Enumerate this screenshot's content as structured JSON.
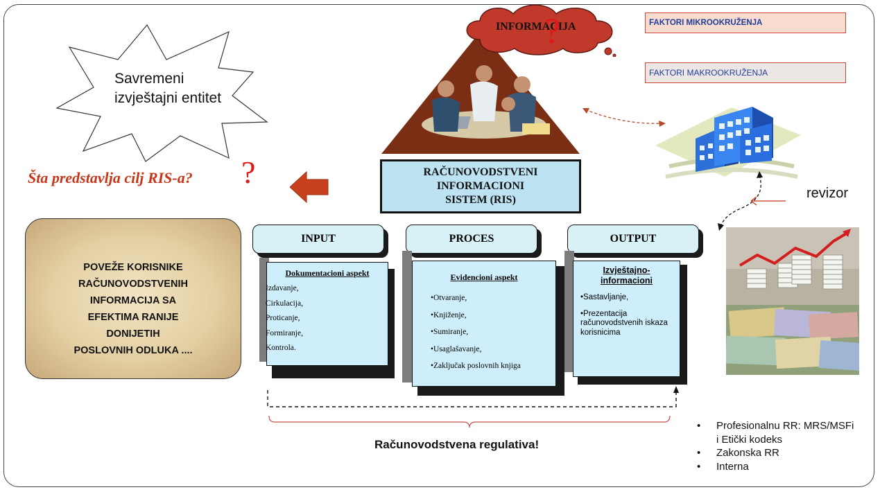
{
  "star": {
    "line1": "Savremeni",
    "line2": "izvještajni entitet"
  },
  "cloud": {
    "label": "INFORMACIJA",
    "mark": "?"
  },
  "question": {
    "text": "Šta predstavlja cilj RIS-a?",
    "mark": "?"
  },
  "left_box": {
    "lines": [
      "POVEŽE KORISNIKE",
      "RAČUNOVODSTVENIH",
      "INFORMACIJA SA",
      "EFEKTIMA RANIJE",
      "DONIJETIH",
      "POSLOVNIH ODLUKA ...."
    ]
  },
  "ris": {
    "lines": [
      "RAČUNOVODSTVENI",
      "INFORMACIONI",
      "SISTEM (RIS)"
    ]
  },
  "tabs": {
    "input": "INPUT",
    "proces": "PROCES",
    "output": "OUTPUT"
  },
  "columns": {
    "input": {
      "title": "Dokumentacioni aspekt",
      "items": [
        "Izdavanje,",
        "Cirkulacija,",
        "Proticanje,",
        "Formiranje,",
        "Kontrola."
      ]
    },
    "proces": {
      "title": "Evidencioni aspekt",
      "items": [
        "•Otvaranje,",
        "•Knjiženje,",
        "•Sumiranje,",
        "•Usaglašavanje,",
        "•Zaključak poslovnih knjiga"
      ]
    },
    "output": {
      "title_line1": "Izvještajno-",
      "title_line2": "informacioni",
      "item1": "•Sastavljanje,",
      "item2_lines": [
        "•Prezentacija",
        "računovodstvenih iskaza",
        "korisnicima"
      ]
    }
  },
  "factors": {
    "mikro": "FAKTORI MIKROOKRUŽENJA",
    "makro": "FAKTORI MAKROOKRUŽENJA"
  },
  "revizor": "revizor",
  "regulativa": "Računovodstvena regulativa!",
  "bullets": [
    {
      "mark": "•",
      "lines": [
        "Profesionalnu RR: MRS/MSFi",
        "i Etički kodeks"
      ]
    },
    {
      "mark": "•",
      "lines": [
        "Zakonska RR"
      ]
    },
    {
      "mark": "•",
      "lines": [
        "Interna"
      ]
    }
  ],
  "colors": {
    "accent_red": "#c8361a",
    "ris_fill": "#bde3f3",
    "column_fill": "#cfeefb",
    "tab_fill": "#d7f1f7",
    "cloud_fill": "#c0392b",
    "triangle_fill": "#7a2e14"
  }
}
